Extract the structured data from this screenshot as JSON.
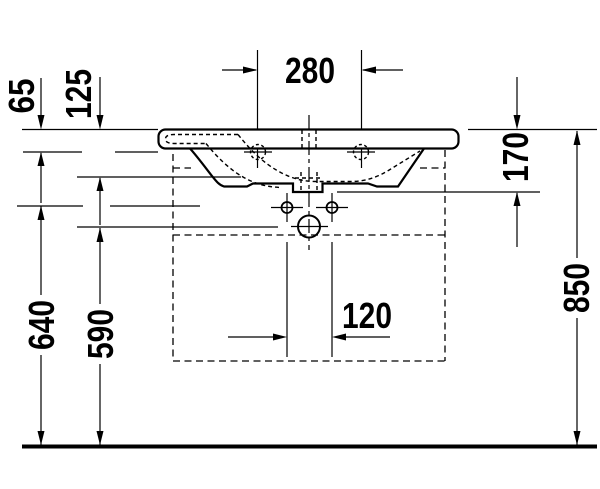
{
  "diagram": {
    "type": "technical-drawing",
    "subject": "washbasin front elevation with installation dimensions",
    "units": "mm",
    "line_color": "#000000",
    "background_color": "#ffffff",
    "dimensions": {
      "faucet_hole_spacing": "280",
      "rim_edge_height": "65",
      "inner_basin_depth": "125",
      "overall_basin_depth": "170",
      "rim_to_floor": "850",
      "fixing_holes_to_floor": "640",
      "drain_to_floor": "590",
      "fixing_hole_spacing": "120"
    }
  }
}
